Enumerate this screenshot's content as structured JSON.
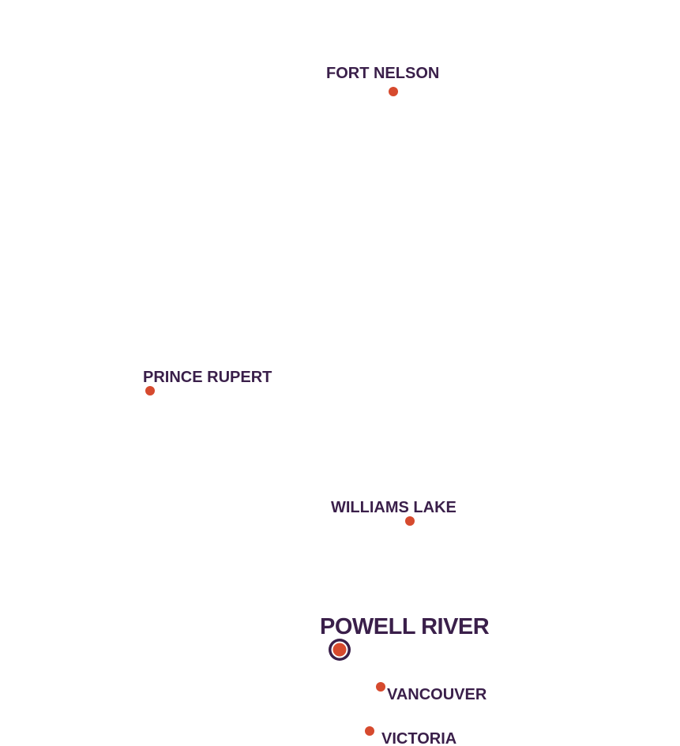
{
  "map": {
    "colors": {
      "roads": "#f0a43c",
      "borders": "#f0a43c",
      "coast": "#f0a43c",
      "city_dot": "#d64a2e",
      "label": "#3a1f4a",
      "highlight_ring": "#3a1f4a"
    },
    "cities": {
      "fort_nelson": "FORT NELSON",
      "prince_rupert": "PRINCE RUPERT",
      "williams_lake": "WILLIAMS LAKE",
      "powell_river": "POWELL RIVER",
      "vancouver": "VANCOUVER",
      "victoria": "VICTORIA"
    },
    "highlighted_city": "POWELL RIVER"
  }
}
